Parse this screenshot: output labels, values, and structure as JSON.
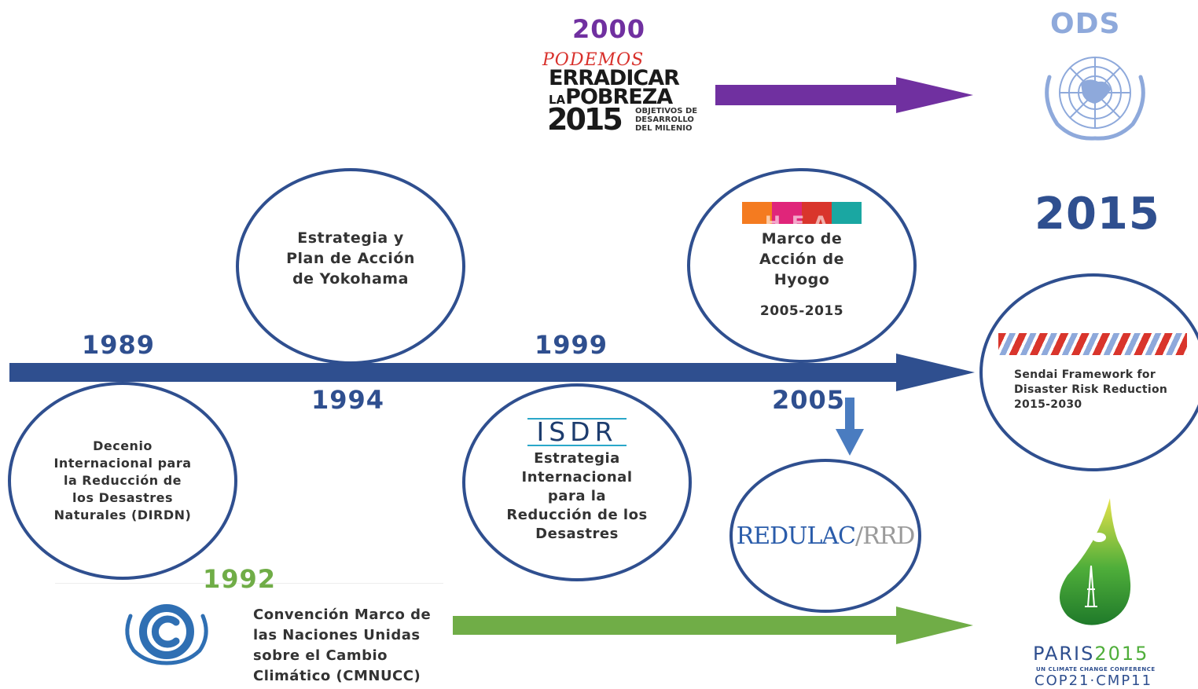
{
  "top": {
    "year": "2000",
    "mdg_logo": {
      "line1": "PODEMOS",
      "line2": "ERRADICAR",
      "line3_prefix": "LA",
      "line3": "POBREZA",
      "year_text": "2015",
      "sub": [
        "OBJETIVOS DE",
        "DESARROLLO",
        "DEL MILENIO"
      ]
    },
    "ods_label": "ODS",
    "ods_year": "2015"
  },
  "timeline": {
    "years_above": [
      "1989",
      "1999"
    ],
    "years_below": [
      "1994",
      "2005"
    ],
    "items": {
      "dirdn": "Decenio\nInternacional para\nla Reducción de\nlos Desastres\nNaturales (DIRDN)",
      "yokohama": "Estrategia y\nPlan de Acción\nde Yokohama",
      "isdr_logo": "ISDR",
      "isdr": "Estrategia\nInternacional\npara la\nReducción de los\nDesastres",
      "hfa_logo": "HFA",
      "hyogo": "Marco de\nAcción de\nHyogo",
      "hyogo_years": "2005-2015",
      "redulac_a": "REDULAC",
      "redulac_b": "/RRD",
      "sendai": "Sendai Framework for\nDisaster Risk Reduction\n2015-2030"
    }
  },
  "bottom": {
    "year": "1992",
    "unfccc": "Convención Marco de\nlas Naciones Unidas\nsobre el Cambio\nClimático (CMNUCC)",
    "paris_a": "PARIS",
    "paris_b": "2015",
    "paris_sub": "UN CLIMATE CHANGE CONFERENCE",
    "paris_cop": "COP21·CMP11"
  },
  "colors": {
    "timeline": "#2f4f8f",
    "purple": "#7030a0",
    "green": "#70ad47",
    "arrow_down": "#4a7cc0",
    "year_green": "#70ad47",
    "year_purple": "#7030a0"
  }
}
